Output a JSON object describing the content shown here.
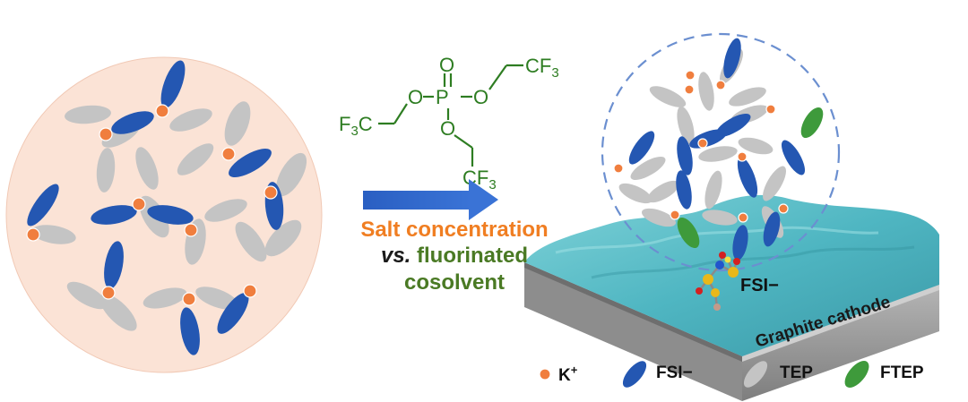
{
  "molecule": {
    "atom_o_top": "O",
    "atom_p": "P",
    "atom_o_left": "O",
    "atom_o_right": "O",
    "atom_o_bottom": "O",
    "group_cf3": "CF3",
    "group_f3c": "F3C"
  },
  "caption": {
    "salt": "Salt concentration",
    "vs": "vs.",
    "fluorinated": "fluorinated",
    "cosolvent": "cosolvent"
  },
  "surface": {
    "cathode_label": "Graphite cathode",
    "anion_label": "FSI−"
  },
  "legend": [
    {
      "symbol": "k-ion",
      "label": "K+"
    },
    {
      "symbol": "fsi",
      "label": "FSI−"
    },
    {
      "symbol": "tep",
      "label": "TEP"
    },
    {
      "symbol": "ftep",
      "label": "FTEP"
    }
  ],
  "colors": {
    "k_ion": "#F07E3E",
    "fsi": "#2457B2",
    "tep": "#C4C4C4",
    "ftep": "#3E9A3B",
    "salt_text": "#F07E22",
    "green_text": "#4A7A24",
    "arrow": "#2F66C8",
    "circle_fill": "#FBE3D6",
    "electrode_top": "#58BFC9",
    "electrode_side": "#9C9C9C"
  }
}
